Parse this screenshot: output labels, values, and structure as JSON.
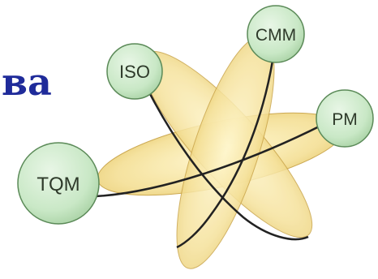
{
  "text_fragment": "ва",
  "nodes": {
    "iso": {
      "label": "ISO"
    },
    "cmm": {
      "label": "CMM"
    },
    "pm": {
      "label": "PM"
    },
    "tqm": {
      "label": "TQM"
    }
  },
  "colors": {
    "fragment_text": "#1f2b9a",
    "petal_fill": "#f7e6a0",
    "petal_edge": "#caa54a",
    "orbit_line": "#222222",
    "node_fill": "#cdeacb",
    "node_stroke": "#5b8a58"
  }
}
